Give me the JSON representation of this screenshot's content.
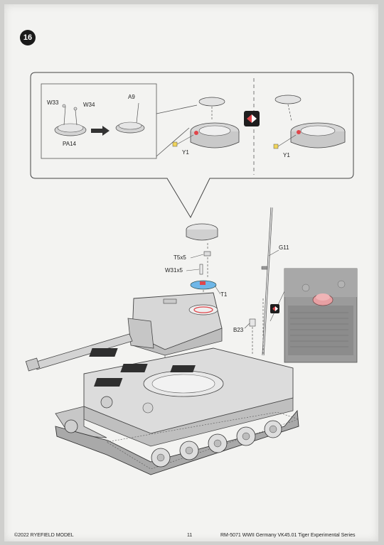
{
  "step": {
    "number": "16"
  },
  "inset": {
    "labels": {
      "w33": "W33",
      "w34": "W34",
      "pa14": "PA14",
      "a9": "A9",
      "y1_left": "Y1",
      "y1_right": "Y1"
    }
  },
  "main": {
    "labels": {
      "t5x5": "T5x5",
      "w31x5": "W31x5",
      "t1": "T1",
      "g11": "G11",
      "b23": "B23"
    }
  },
  "footer": {
    "copyright": "©2022 RYEFIELD MODEL",
    "page_number": "11",
    "series": "RM-5071 WWII Germany VK45.01 Tiger Experimental Series"
  },
  "colors": {
    "page": "#f3f3f1",
    "line": "#555555",
    "part_gray": "#c9c9c9",
    "highlight_red": "#e0464b",
    "highlight_yellow": "#f0d45a",
    "highlight_blue": "#6fb7e8"
  }
}
